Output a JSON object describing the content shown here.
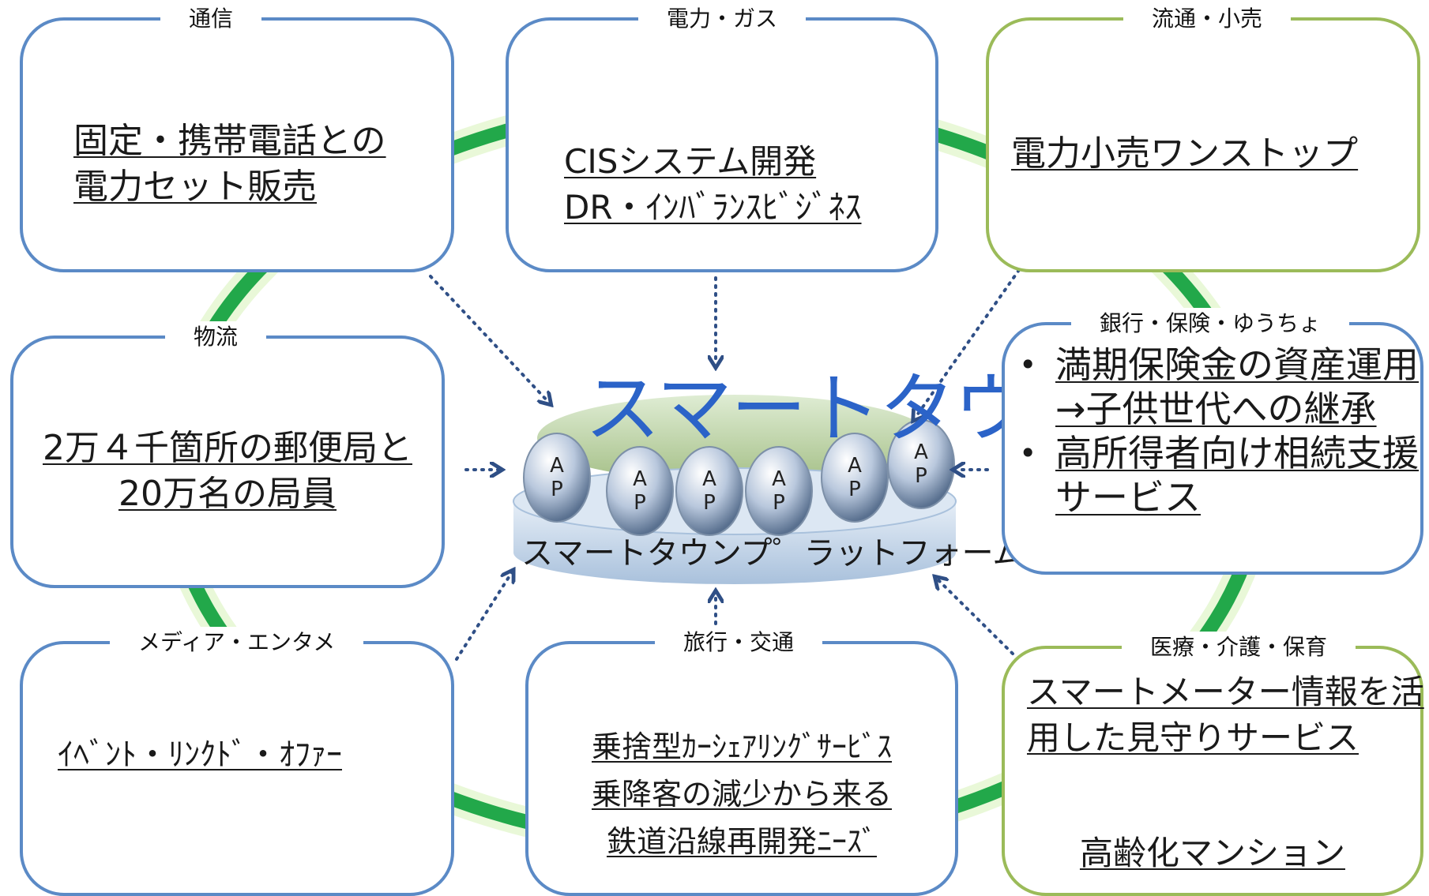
{
  "center": {
    "title": "スマートタウン",
    "platform_label": "スマートタウンプ゜ラットフォーム(仮)",
    "ap_nodes": [
      {
        "top": "A",
        "bottom": "P"
      },
      {
        "top": "A",
        "bottom": "P"
      },
      {
        "top": "A",
        "bottom": "P"
      },
      {
        "top": "A",
        "bottom": "P"
      },
      {
        "top": "A",
        "bottom": "P"
      },
      {
        "top": "A",
        "bottom": "P"
      }
    ]
  },
  "boxes": {
    "tsushin": {
      "title": "通信",
      "lines": [
        "固定・携帯電話との",
        "電力セット販売"
      ]
    },
    "denryoku": {
      "title": "電力・ガス",
      "lines": [
        "CISシステム開発",
        "DR・ｲﾝﾊﾞﾗﾝｽﾋﾞｼﾞﾈｽ"
      ]
    },
    "ryutsu": {
      "title": "流通・小売",
      "lines": [
        "電力小売ワンストップ"
      ]
    },
    "butsuryu": {
      "title": "物流",
      "lines": [
        "2万４千箇所の郵便局と",
        "20万名の局員"
      ]
    },
    "ginko": {
      "title": "銀行・保険・ゆうちょ",
      "bullets": [
        "満期保険金の資産運用→子供世代への継承",
        "高所得者向け相続支援サービス"
      ]
    },
    "media": {
      "title": "メディア・エンタメ",
      "lines": [
        "ｲﾍﾞﾝﾄ・ﾘﾝｸﾄﾞ・ｵﾌｧｰ"
      ]
    },
    "ryoko": {
      "title": "旅行・交通",
      "lines": [
        "乗捨型ｶｰｼｪｱﾘﾝｸﾞｻｰﾋﾞｽ",
        "乗降客の減少から来る",
        "鉄道沿線再開発ﾆｰｽﾞ"
      ]
    },
    "iryo": {
      "title": "医療・介護・保育",
      "lines": [
        "スマートメーター情報を活",
        "用した見守りサービス"
      ],
      "extra": "高齢化マンション"
    }
  },
  "colors": {
    "blue_border": "#5b8ac6",
    "green_border": "#9bbb59",
    "ring_green": "#22a84a",
    "title_blue": "#2b63c8",
    "arrow_blue": "#2f4f86"
  }
}
